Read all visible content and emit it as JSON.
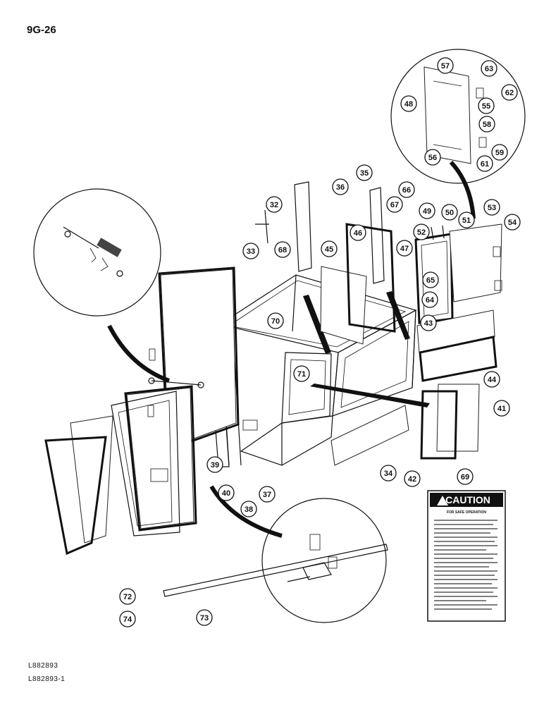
{
  "page": {
    "number": "9G-26",
    "ref_codes": [
      "L882893",
      "L882893-1"
    ]
  },
  "callouts": [
    "32",
    "33",
    "34",
    "35",
    "36",
    "37",
    "38",
    "39",
    "40",
    "41",
    "42",
    "43",
    "44",
    "45",
    "46",
    "47",
    "48",
    "49",
    "50",
    "51",
    "52",
    "53",
    "54",
    "55",
    "56",
    "57",
    "58",
    "59",
    "61",
    "62",
    "63",
    "64",
    "65",
    "66",
    "67",
    "68",
    "69",
    "70",
    "71",
    "72",
    "73",
    "74"
  ],
  "decal": {
    "heading": "CAUTION",
    "subheading": "FOR SAFE OPERATION"
  }
}
